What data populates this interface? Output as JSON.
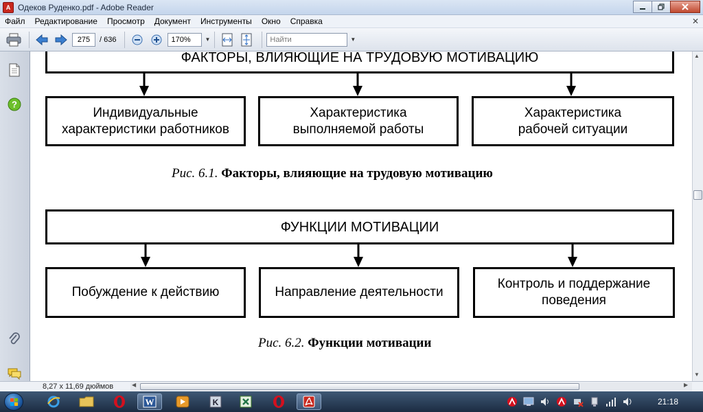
{
  "window": {
    "title": "Одеков Руденко.pdf - Adobe Reader",
    "app_icon_glyph": "A"
  },
  "menu": {
    "items": [
      "Файл",
      "Редактирование",
      "Просмотр",
      "Документ",
      "Инструменты",
      "Окно",
      "Справка"
    ],
    "close_glyph": "✕"
  },
  "toolbar": {
    "current_page": "275",
    "total_pages": "/ 636",
    "zoom": "170%",
    "search_placeholder": "Найти"
  },
  "document": {
    "figure1": {
      "header": "ФАКТОРЫ, ВЛИЯЮЩИЕ НА ТРУДОВУЮ МОТИВАЦИЮ",
      "boxes": [
        [
          "Индивидуальные",
          "характеристики работников"
        ],
        [
          "Характеристика",
          "выполняемой работы"
        ],
        [
          "Характеристика",
          "рабочей ситуации"
        ]
      ],
      "caption_label": "Рис. 6.1.",
      "caption_text": "Факторы, влияющие на трудовую мотивацию"
    },
    "figure2": {
      "header": "ФУНКЦИИ МОТИВАЦИИ",
      "boxes": [
        [
          "Побуждение к действию"
        ],
        [
          "Направление деятельности"
        ],
        [
          "Контроль и поддержание",
          "поведения"
        ]
      ],
      "caption_label": "Рис. 6.2.",
      "caption_text": "Функции мотивации"
    }
  },
  "statusbar": {
    "page_size": "8,27 x 11,69 дюймов"
  },
  "taskbar": {
    "clock": "21:18"
  },
  "colors": {
    "adobe_red": "#c8281e",
    "opera_red": "#d4101e",
    "word_blue": "#2b5797"
  }
}
